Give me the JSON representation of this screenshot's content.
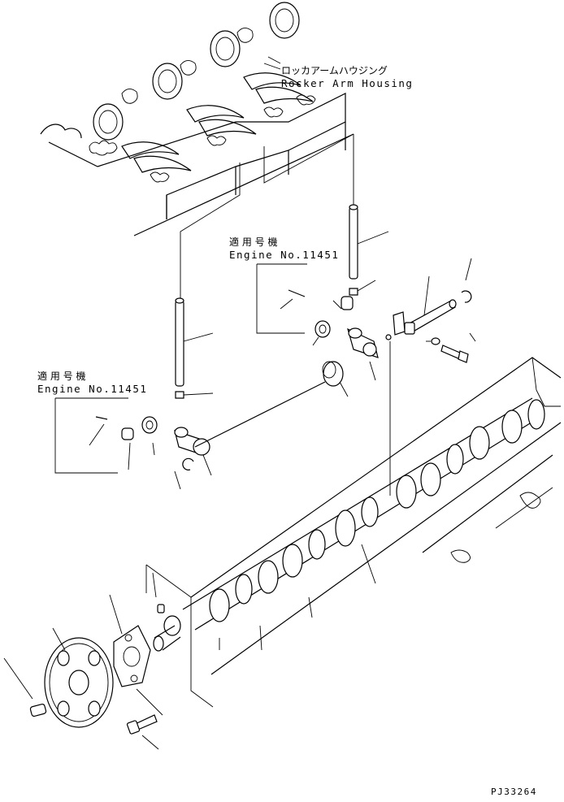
{
  "labels": {
    "housing_jp": "ロッカアームハウジング",
    "housing_en": "Rocker Arm Housing",
    "applicable_jp_1": "適 用 号 機",
    "engine_no_1": "Engine No.11451",
    "applicable_jp_2": "適 用 号 機",
    "engine_no_2": "Engine No.11451",
    "figure_code": "PJ33264"
  }
}
